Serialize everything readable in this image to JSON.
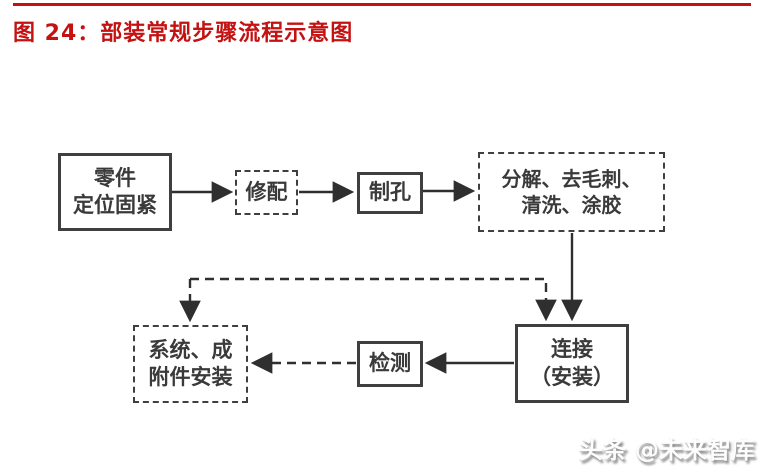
{
  "header": {
    "title": "图 24：部装常规步骤流程示意图",
    "accent_color": "#c41212"
  },
  "flowchart": {
    "nodes": {
      "parts": {
        "label": "零件定位固紧",
        "lines": [
          "零件",
          "定位固紧"
        ],
        "border": "solid"
      },
      "fitting": {
        "label": "修配",
        "lines": [
          "修配"
        ],
        "border": "dashed"
      },
      "drilling": {
        "label": "制孔",
        "lines": [
          "制孔"
        ],
        "border": "solid"
      },
      "deburr": {
        "label": "分解、去毛刺、清洗、涂胶",
        "lines": [
          "分解、去毛刺、",
          "清洗、涂胶"
        ],
        "border": "dashed"
      },
      "connect": {
        "label": "连接（安装）",
        "lines": [
          "连接",
          "（安装）"
        ],
        "border": "solid"
      },
      "inspect": {
        "label": "检测",
        "lines": [
          "检测"
        ],
        "border": "solid"
      },
      "system": {
        "label": "系统、成附件安装",
        "lines": [
          "系统、成",
          "附件安装"
        ],
        "border": "dashed"
      }
    },
    "edges": [
      {
        "from": "parts",
        "to": "fitting",
        "style": "solid"
      },
      {
        "from": "fitting",
        "to": "drilling",
        "style": "solid"
      },
      {
        "from": "drilling",
        "to": "deburr",
        "style": "solid"
      },
      {
        "from": "deburr",
        "to": "connect",
        "style": "solid"
      },
      {
        "from": "connect",
        "to": "inspect",
        "style": "solid"
      },
      {
        "from": "inspect",
        "to": "system",
        "style": "dashed"
      },
      {
        "from": "system",
        "to": "connect",
        "style": "dashed",
        "arrowheads": "both-ends-down"
      }
    ],
    "line_color": "#2f2f2f"
  },
  "watermark": {
    "text": "头条 @未来智库"
  }
}
